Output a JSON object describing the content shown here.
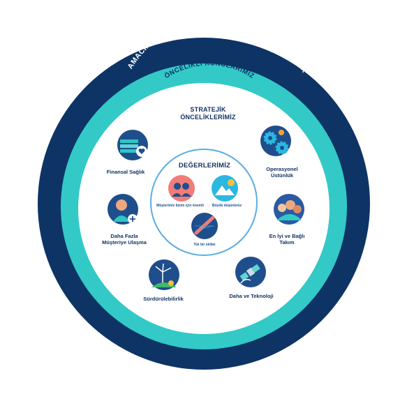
{
  "purpose_text": "AMACIMIZ: ÇAĞIN OLANAKLARINI HERKESE SUNMAK",
  "priority_text": "ÖNCELİKLİ KONULARIMIZ",
  "strategic": {
    "line1": "STRATEJİK",
    "line2": "ÖNCELİKLERİMİZ"
  },
  "values": {
    "title": "DEĞERLERİMİZ",
    "items": [
      {
        "label": "Müşterimiz bizim için önemli",
        "icon": "customers-icon"
      },
      {
        "label": "Büyük düşünürüz",
        "icon": "mountain-icon"
      },
      {
        "label": "Tek bir ekibiz",
        "icon": "rowing-team-icon"
      }
    ]
  },
  "priorities": [
    {
      "label1": "Finansal Sağlık",
      "label2": "",
      "icon": "wallet-heart-icon"
    },
    {
      "label1": "Operasyonel",
      "label2": "Üstünlük",
      "icon": "gears-icon"
    },
    {
      "label1": "Daha Fazla",
      "label2": "Müşteriye Ulaşma",
      "icon": "customer-add-icon"
    },
    {
      "label1": "En İyi ve Bağlı",
      "label2": "Takım",
      "icon": "team-icon"
    },
    {
      "label1": "Sürdürülebilirlik",
      "label2": "",
      "icon": "wind-turbine-icon"
    },
    {
      "label1": "Daha ve Teknoloji",
      "label2": "",
      "icon": "satellite-icon"
    }
  ],
  "colors": {
    "outer": "#0e3466",
    "teal": "#33c9c7",
    "navy_text": "#10305f",
    "inner_ring": "#5aaee0"
  }
}
